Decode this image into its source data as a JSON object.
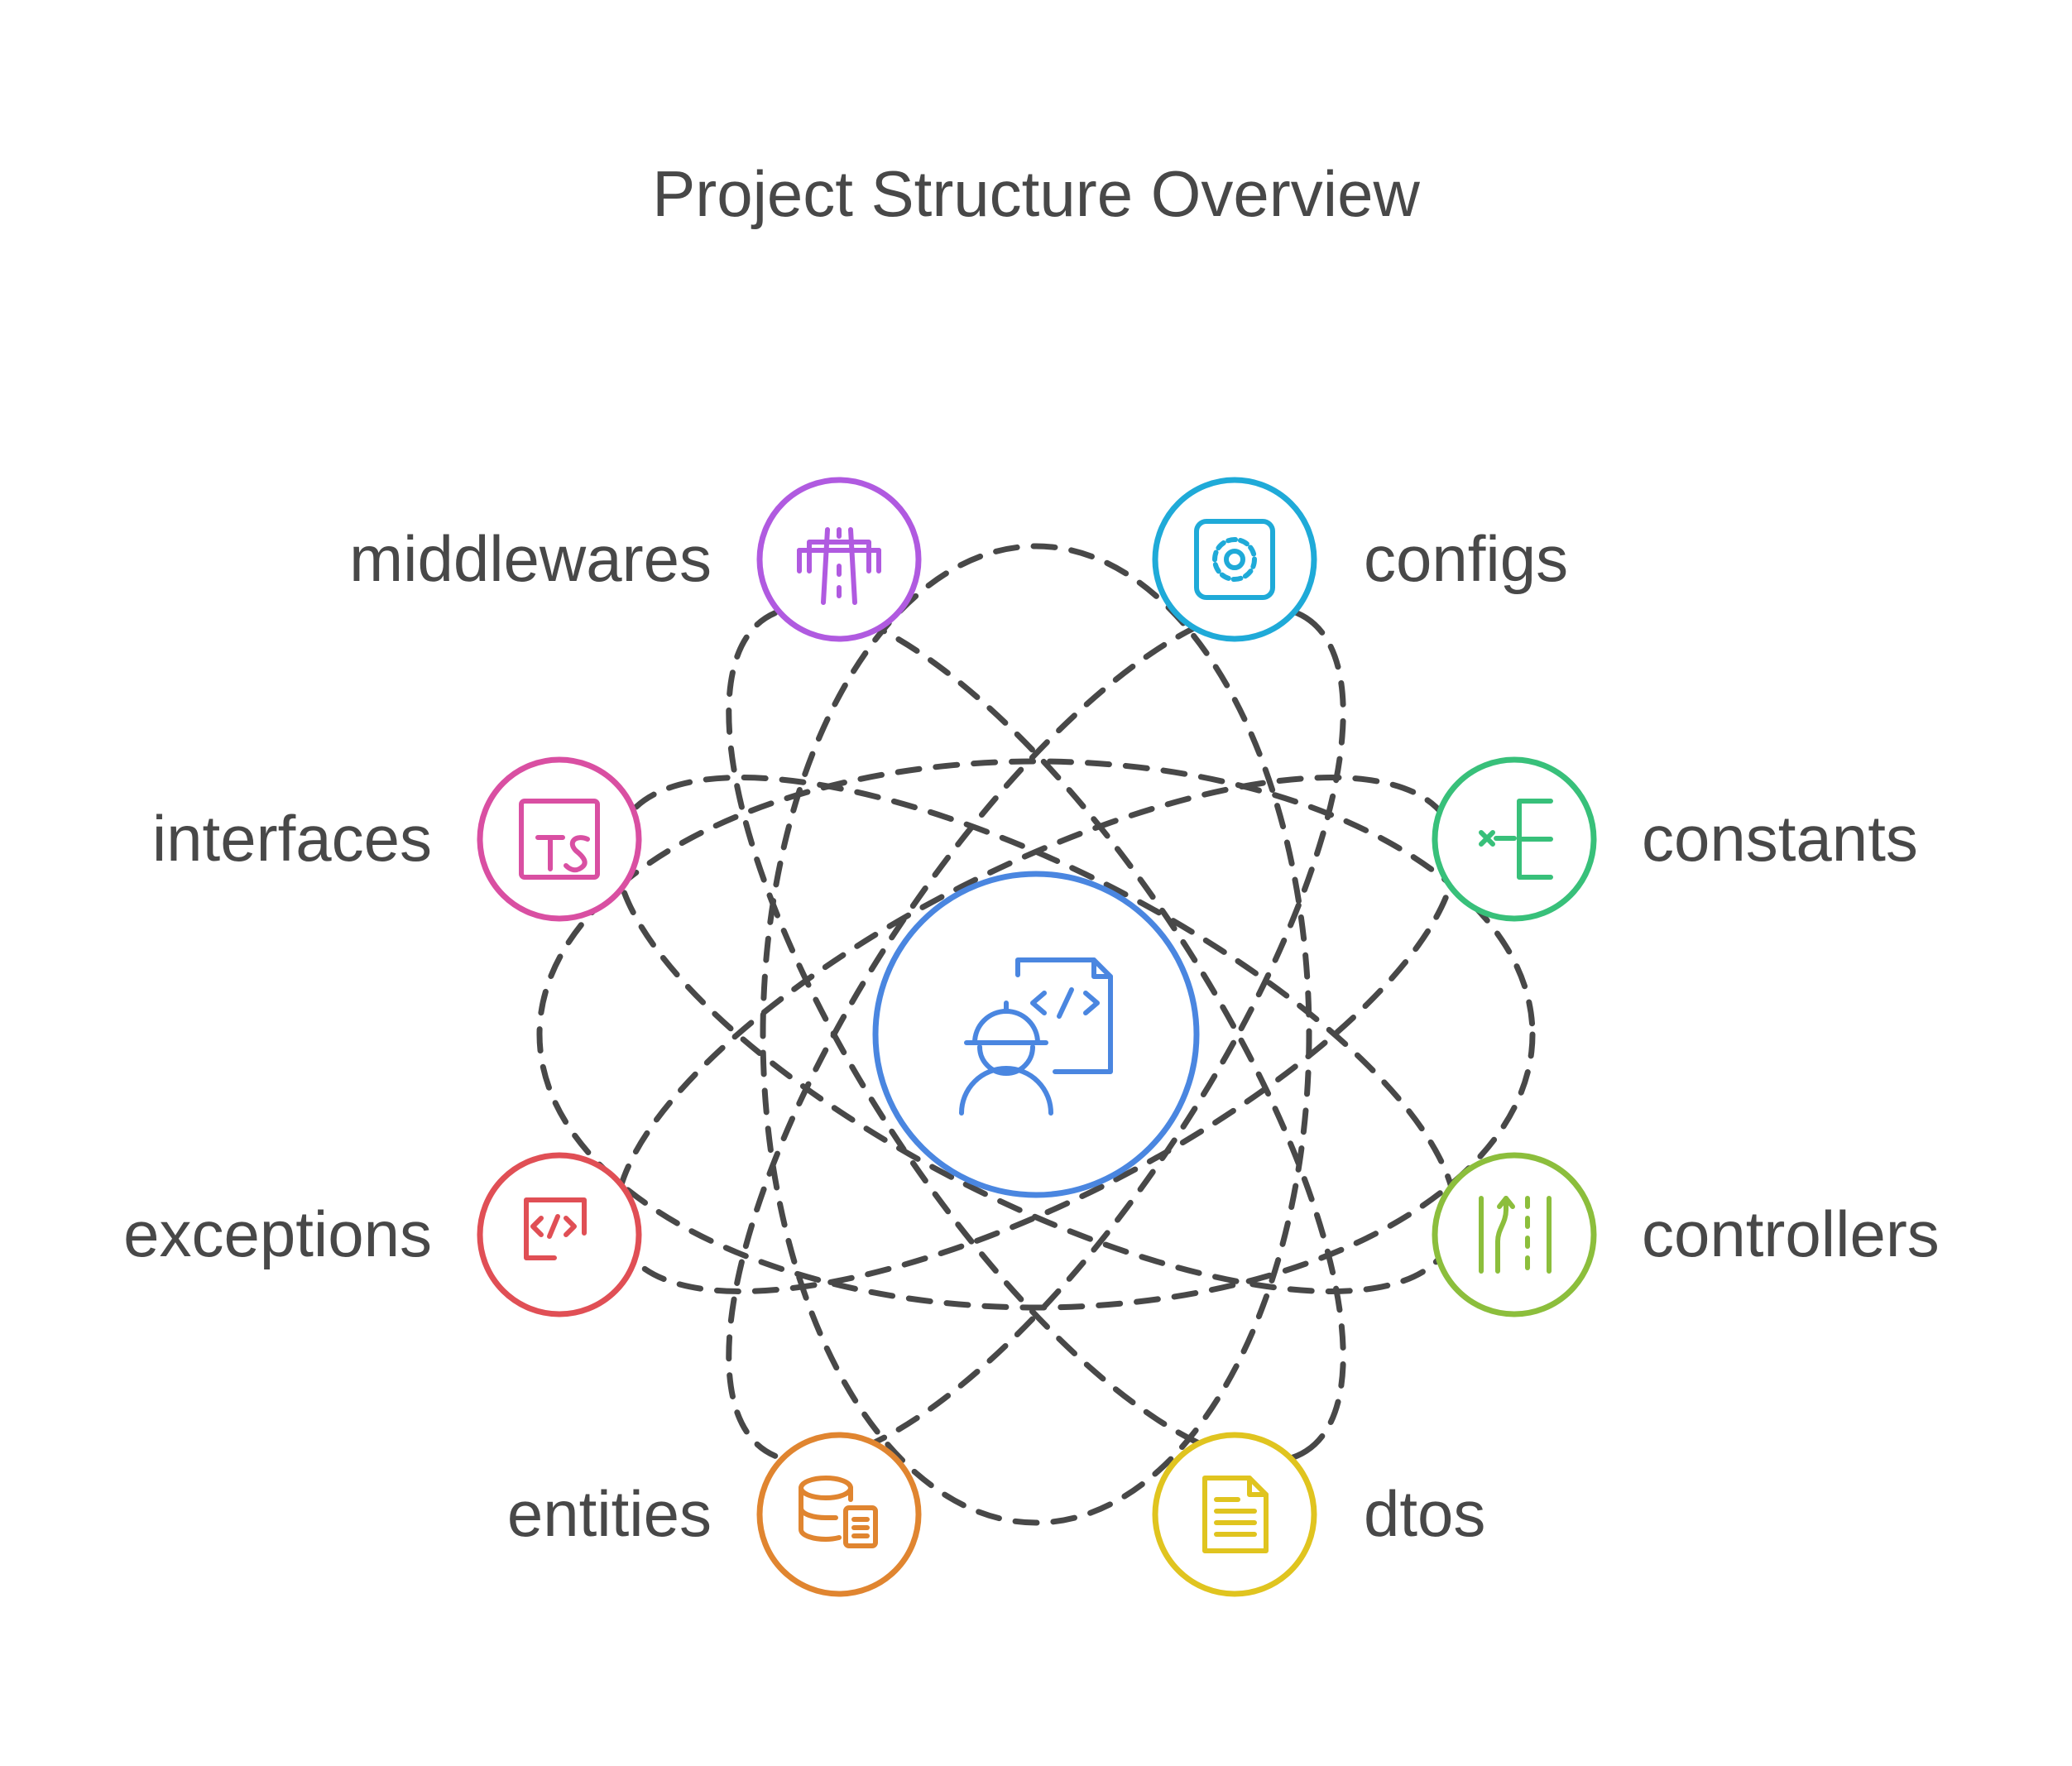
{
  "title": "Project Structure Overview",
  "center": {
    "icon": "engineer-code-icon",
    "color": "#4a86e0"
  },
  "nodes": [
    {
      "id": "middlewares",
      "label": "middlewares",
      "icon": "bridge-icon",
      "color": "#b05ae0"
    },
    {
      "id": "configs",
      "label": "configs",
      "icon": "gear-icon",
      "color": "#1faad8"
    },
    {
      "id": "interfaces",
      "label": "interfaces",
      "icon": "typescript-icon",
      "color": "#d94fa2"
    },
    {
      "id": "constants",
      "label": "constants",
      "icon": "tree-structure-icon",
      "color": "#38c07a"
    },
    {
      "id": "exceptions",
      "label": "exceptions",
      "icon": "code-window-icon",
      "color": "#e04f55"
    },
    {
      "id": "controllers",
      "label": "controllers",
      "icon": "road-lanes-icon",
      "color": "#8cbe3c"
    },
    {
      "id": "entities",
      "label": "entities",
      "icon": "database-document-icon",
      "color": "#e08530"
    },
    {
      "id": "dtos",
      "label": "dtos",
      "icon": "document-icon",
      "color": "#e0c41f"
    }
  ],
  "line_color": "#484848"
}
